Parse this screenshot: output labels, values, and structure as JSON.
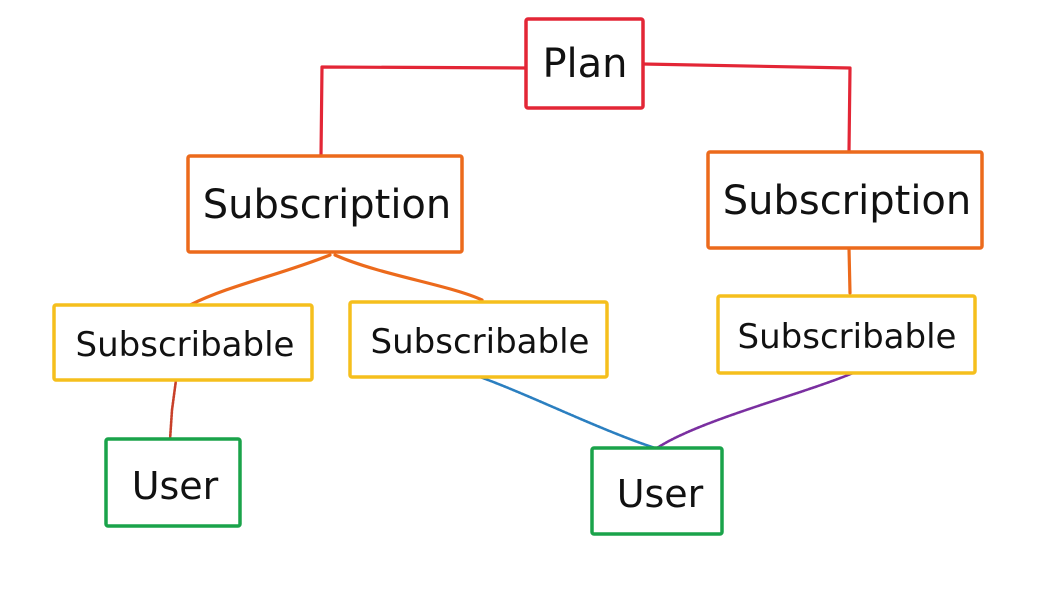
{
  "colors": {
    "plan": "#e32636",
    "subscription": "#ec6a1c",
    "subscribable": "#f5bf1d",
    "user": "#1aa34a",
    "edge_user_left": "#c8402a",
    "edge_user_middle": "#2b7fc0",
    "edge_user_right": "#7a2fa0"
  },
  "nodes": {
    "plan": {
      "label": "Plan"
    },
    "subscription_left": {
      "label": "Subscription"
    },
    "subscription_right": {
      "label": "Subscription"
    },
    "subscribable_1": {
      "label": "Subscribable"
    },
    "subscribable_2": {
      "label": "Subscribable"
    },
    "subscribable_3": {
      "label": "Subscribable"
    },
    "user_left": {
      "label": "User"
    },
    "user_right": {
      "label": "User"
    }
  }
}
